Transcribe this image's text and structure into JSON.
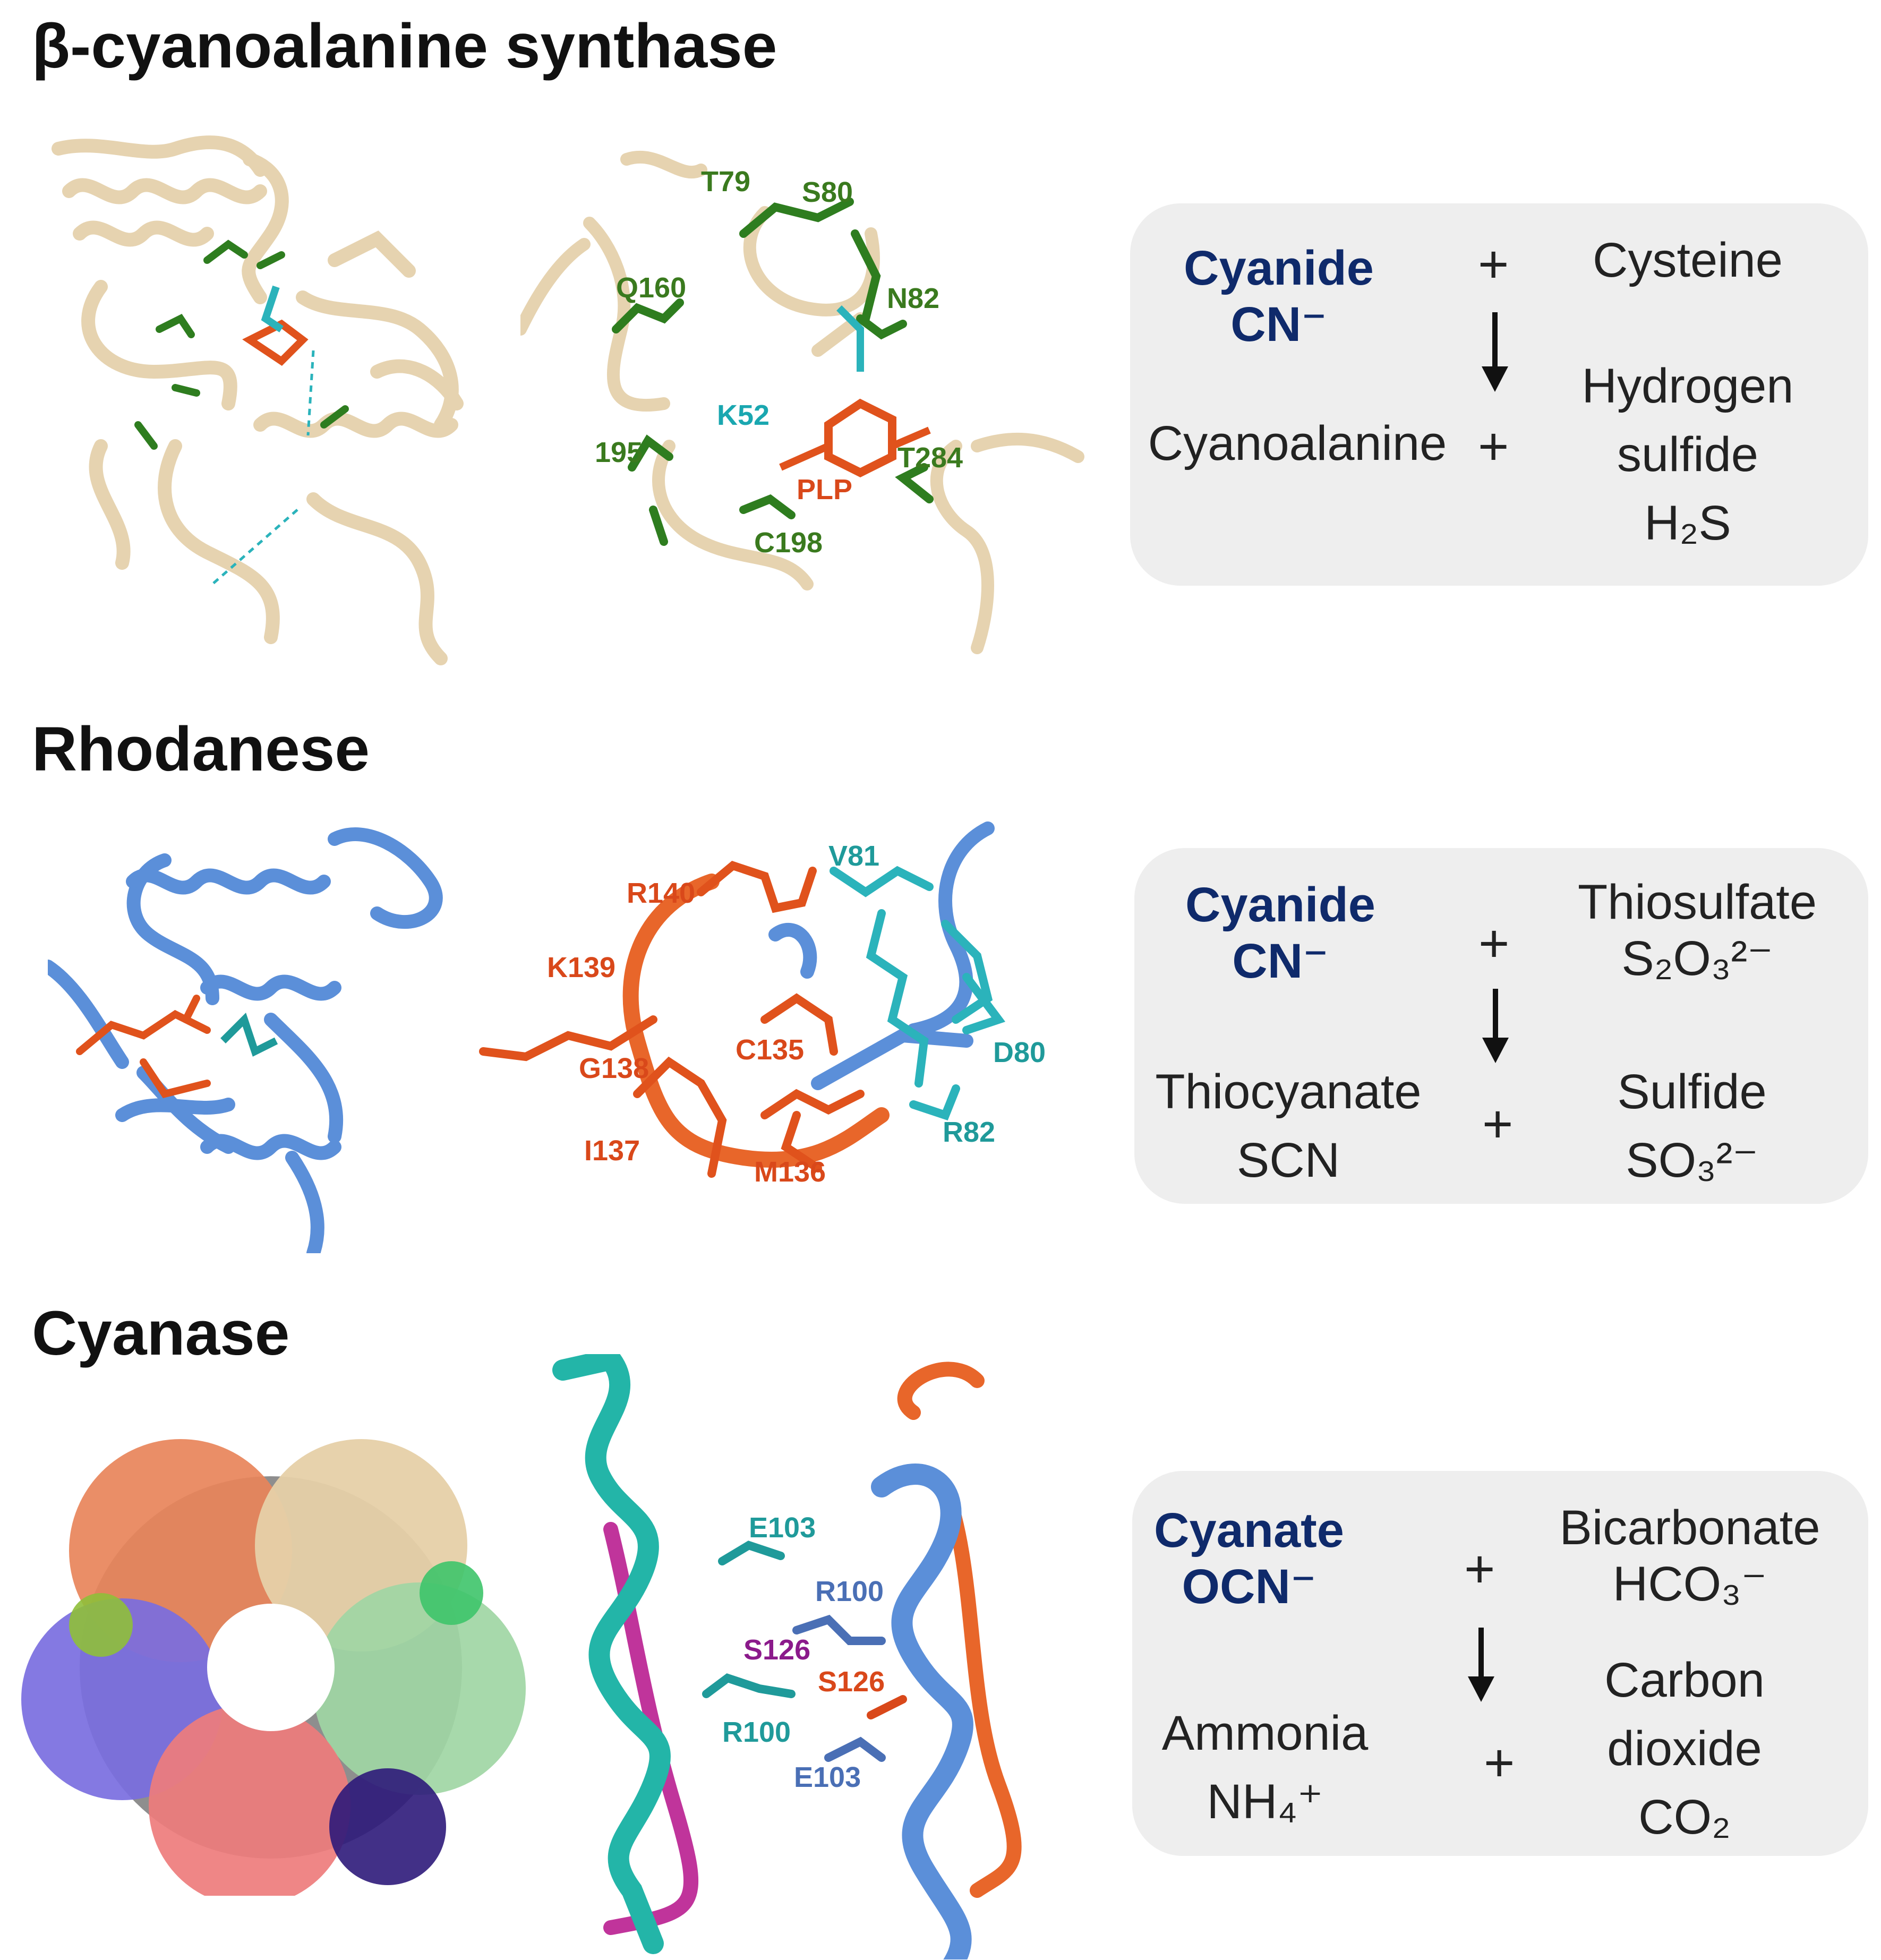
{
  "sections": [
    {
      "title": "β-cyanoalanine synthase",
      "residue_labels": [
        {
          "text": "T79",
          "color": "#3a7a1e"
        },
        {
          "text": "S80",
          "color": "#3a7a1e"
        },
        {
          "text": "Q160",
          "color": "#3a7a1e"
        },
        {
          "text": "N82",
          "color": "#3a7a1e"
        },
        {
          "text": "K52",
          "color": "#1aa7b0"
        },
        {
          "text": "195",
          "color": "#3a7a1e"
        },
        {
          "text": "T284",
          "color": "#3a7a1e"
        },
        {
          "text": "PLP",
          "color": "#d9481a"
        },
        {
          "text": "C198",
          "color": "#3a7a1e"
        }
      ],
      "reaction": {
        "substrate_name": "Cyanide",
        "substrate_formula": "CN⁻",
        "plus_top": "+",
        "cosubstrate": [
          "Cysteine"
        ],
        "product_left": [
          "Cyanoalanine"
        ],
        "plus_bottom": "+",
        "product_right": [
          "Hydrogen",
          "sulfide",
          "H₂S"
        ]
      }
    },
    {
      "title": "Rhodanese",
      "residue_labels": [
        {
          "text": "R140",
          "color": "#d9481a"
        },
        {
          "text": "V81",
          "color": "#1f9a9a"
        },
        {
          "text": "K139",
          "color": "#d9481a"
        },
        {
          "text": "C135",
          "color": "#d9481a"
        },
        {
          "text": "D80",
          "color": "#1f9a9a"
        },
        {
          "text": "G138",
          "color": "#d9481a"
        },
        {
          "text": "R82",
          "color": "#1f9a9a"
        },
        {
          "text": "I137",
          "color": "#d9481a"
        },
        {
          "text": "M136",
          "color": "#d9481a"
        }
      ],
      "reaction": {
        "substrate_name": "Cyanide",
        "substrate_formula": "CN⁻",
        "plus_top": "+",
        "cosubstrate": [
          "Thiosulfate",
          "S₂O₃²⁻"
        ],
        "product_left": [
          "Thiocyanate",
          "SCN"
        ],
        "plus_bottom": "+",
        "product_right": [
          "Sulfide",
          "SO₃²⁻"
        ]
      }
    },
    {
      "title": "Cyanase",
      "residue_labels": [
        {
          "text": "E103",
          "color": "#1f9a9a"
        },
        {
          "text": "R100",
          "color": "#4a6fb5"
        },
        {
          "text": "S126",
          "color": "#8b1a8b"
        },
        {
          "text": "S126",
          "color": "#d9481a"
        },
        {
          "text": "R100",
          "color": "#1f9a9a"
        },
        {
          "text": "E103",
          "color": "#4a6fb5"
        }
      ],
      "reaction": {
        "substrate_name": "Cyanate",
        "substrate_formula": "OCN⁻",
        "plus_top": "+",
        "cosubstrate": [
          "Bicarbonate",
          "HCO₃⁻"
        ],
        "product_left": [
          "Ammonia",
          "NH₄⁺"
        ],
        "plus_bottom": "+",
        "product_right": [
          "Carbon",
          "dioxide",
          "CO₂"
        ]
      }
    }
  ],
  "colors": {
    "ribbon_tan": "#e6d3b0",
    "ribbon_blue": "#5b8fd9",
    "ribbon_teal": "#23b5a8",
    "ribbon_magenta": "#c0349b",
    "ribbon_orange": "#e8662a",
    "residue_green": "#2e7d1f",
    "residue_orange": "#e0521c",
    "residue_cyan": "#2bb3bb",
    "substrate_text": "#0f2a6b",
    "reaction_box": "#eeeeee"
  }
}
